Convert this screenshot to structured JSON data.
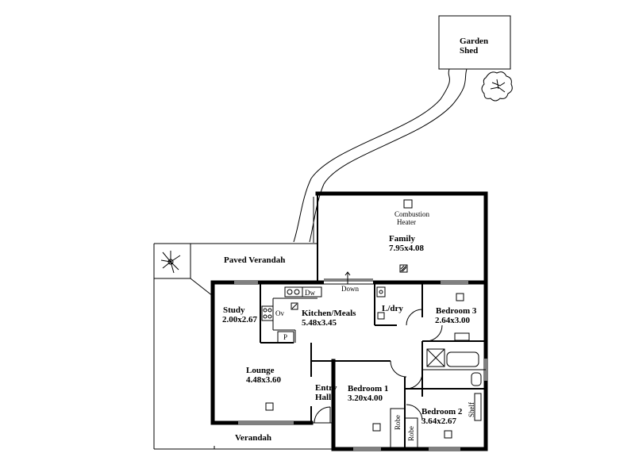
{
  "labels": {
    "garden_shed_1": "Garden",
    "garden_shed_2": "Shed",
    "combustion_1": "Combustion",
    "combustion_2": "Heater",
    "family": "Family",
    "family_dim": "7.95x4.08",
    "paved_verandah": "Paved Verandah",
    "down": "Down",
    "dw": "Dw",
    "ov": "Ov",
    "p": "P",
    "ldry": "L/dry",
    "study": "Study",
    "study_dim": "2.00x2.67",
    "kitchen": "Kitchen/Meals",
    "kitchen_dim": "5.48x3.45",
    "bedroom3": "Bedroom 3",
    "bedroom3_dim": "2.64x3.00",
    "lounge": "Lounge",
    "lounge_dim": "4.48x3.60",
    "entry_1": "Entry",
    "entry_2": "Hall",
    "bedroom1": "Bedroom 1",
    "bedroom1_dim": "3.20x4.00",
    "bedroom2": "Bedroom 2",
    "bedroom2_dim": "3.64x2.67",
    "shelf": "Shelf",
    "robe_1": "Robe",
    "robe_2": "Robe",
    "verandah": "Verandah"
  }
}
